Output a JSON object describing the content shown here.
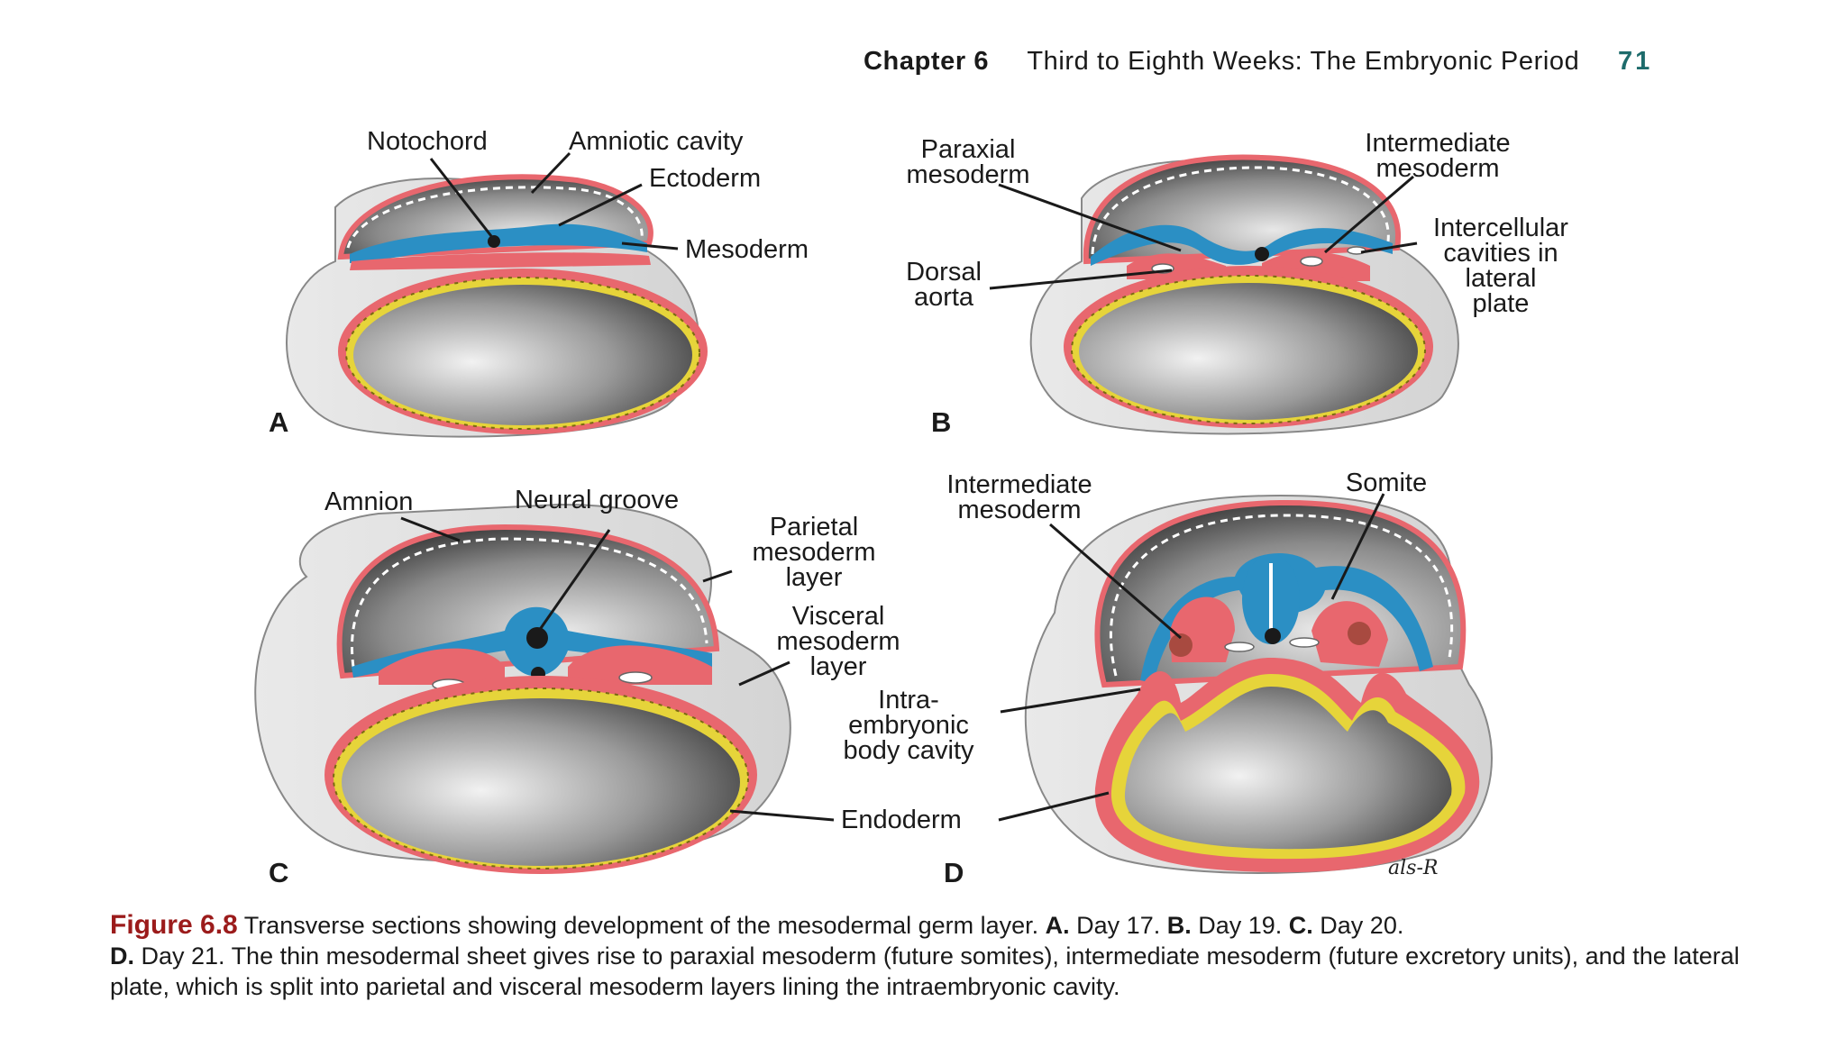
{
  "header": {
    "chapter": "Chapter 6",
    "title": "Third to Eighth Weeks: The Embryonic Period",
    "page": "71"
  },
  "labels": {
    "a_notochord": "Notochord",
    "a_amniotic": "Amniotic cavity",
    "a_ectoderm": "Ectoderm",
    "a_mesoderm": "Mesoderm",
    "b_paraxial_1": "Paraxial",
    "b_paraxial_2": "mesoderm",
    "b_intermediate_1": "Intermediate",
    "b_intermediate_2": "mesoderm",
    "b_intercell_1": "Intercellular",
    "b_intercell_2": "cavities in",
    "b_intercell_3": "lateral",
    "b_intercell_4": "plate",
    "b_dorsal_1": "Dorsal",
    "b_dorsal_2": "aorta",
    "c_amnion": "Amnion",
    "c_neural": "Neural groove",
    "c_parietal_1": "Parietal",
    "c_parietal_2": "mesoderm",
    "c_parietal_3": "layer",
    "c_visceral_1": "Visceral",
    "c_visceral_2": "mesoderm",
    "c_visceral_3": "layer",
    "d_intermediate_1": "Intermediate",
    "d_intermediate_2": "mesoderm",
    "d_somite": "Somite",
    "d_intra_1": "Intra-",
    "d_intra_2": "embryonic",
    "d_intra_3": "body cavity",
    "endoderm": "Endoderm",
    "signature": "als-R"
  },
  "panels": {
    "a": "A",
    "b": "B",
    "c": "C",
    "d": "D"
  },
  "caption": {
    "figure": "Figure 6.8",
    "text1": " Transverse sections showing development of the mesodermal germ layer. ",
    "a": "A.",
    "a_text": " Day 17. ",
    "b": "B.",
    "b_text": " Day 19. ",
    "c": "C.",
    "c_text": " Day 20. ",
    "d": "D.",
    "d_text": " Day 21. The thin mesodermal sheet gives rise to paraxial mesoderm (future somites), intermediate mesoderm (future excretory units), and the lateral plate, which is split into parietal and visceral mesoderm layers lining the intraembryonic cavity."
  },
  "colors": {
    "ectoderm": "#2b8fc4",
    "mesoderm": "#e8676e",
    "endoderm_yolk": "#e6d43a",
    "page_number": "#1d6b6b",
    "figure_number": "#9b1b1b"
  }
}
